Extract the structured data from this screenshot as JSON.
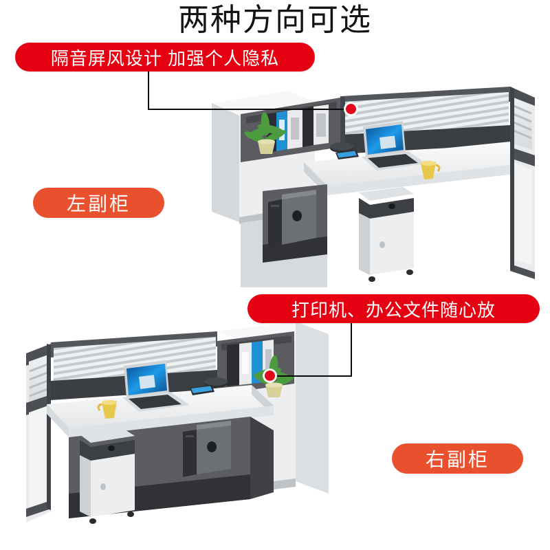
{
  "page": {
    "background_color": "#ffffff",
    "headline": "两种方向可选"
  },
  "callouts": [
    {
      "id": "privacy",
      "text": "隔音屏风设计 加强个人隐私",
      "color": "#E50012",
      "text_color": "#ffffff",
      "points_to": "desk-partition-screen-top"
    },
    {
      "id": "storage",
      "text": "打印机、办公文件随心放",
      "color": "#E50012",
      "text_color": "#ffffff",
      "points_to": "overhead-shelf-bottom"
    }
  ],
  "variants": [
    {
      "id": "left",
      "label": "左副柜",
      "color": "#E8502E",
      "text_color": "#ffffff"
    },
    {
      "id": "right",
      "label": "右副柜",
      "color": "#E8502E",
      "text_color": "#ffffff"
    }
  ],
  "markers": {
    "dot_color": "#E2071B",
    "leader_color": "#0b0b0b"
  },
  "product": {
    "palette": {
      "desktop_white": "#f2f3f4",
      "desktop_shade": "#dcdee0",
      "frame_dark": "#4c5055",
      "frame_darker": "#3a3e43",
      "panel_white": "#eef0f1",
      "glass_light": "#e8ebec",
      "glass_stripe": "#c6cacd",
      "cavity_dark": "#58595b",
      "cavity_darkest": "#2f3033",
      "accent_blue": "#1b7fd4",
      "mug_yellow": "#e8c84a",
      "plant_green": "#4c9b3f",
      "pot_cream": "#d8d29a"
    },
    "scenes": [
      {
        "id": "top",
        "variant": "左副柜",
        "description": "办公桌带左侧副柜与隔音屏风",
        "items": [
          "绿植盆栽",
          "文件夹资料",
          "笔记本电脑",
          "黄色马克杯",
          "主机机箱",
          "活动柜"
        ]
      },
      {
        "id": "bottom",
        "variant": "右副柜",
        "description": "办公桌带右侧副柜与隔音屏风",
        "items": [
          "绿植盆栽",
          "文件夹资料",
          "笔记本电脑",
          "黄色马克杯",
          "主机机箱",
          "活动柜"
        ]
      }
    ]
  }
}
